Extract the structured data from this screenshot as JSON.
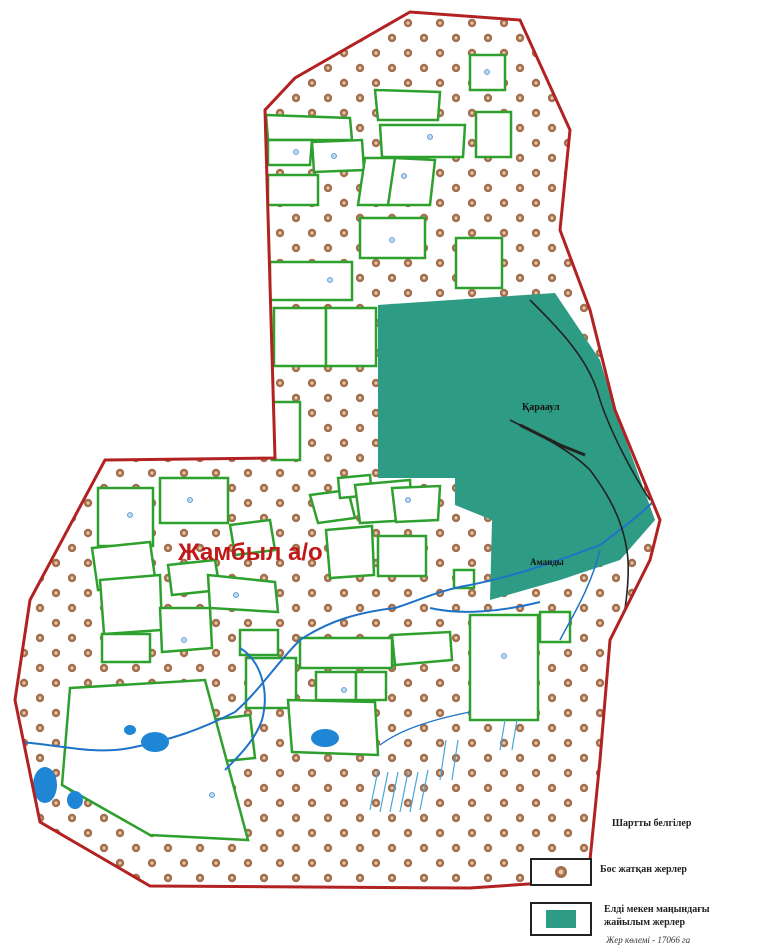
{
  "map": {
    "region_label": "Жамбыл а/о",
    "settlement_labels": [
      "Қарааул",
      "Аманды"
    ],
    "colors": {
      "boundary": "#b22222",
      "parcel": "#2ea02e",
      "settlement_pasture": "#2e9c85",
      "water": "#1e73c8",
      "dot": "#9c6a4a",
      "road": "#222222"
    }
  },
  "legend": {
    "title": "Шартты белгілер",
    "items": [
      {
        "label": "Бос жатқан жерлер",
        "icon": "brown-dot-pattern-icon"
      },
      {
        "label_line1": "Елді мекен маңындағы",
        "label_line2": "жайылым жерлер",
        "icon": "teal-square-icon"
      }
    ],
    "note": "Жер көлемі - 17066 га"
  }
}
